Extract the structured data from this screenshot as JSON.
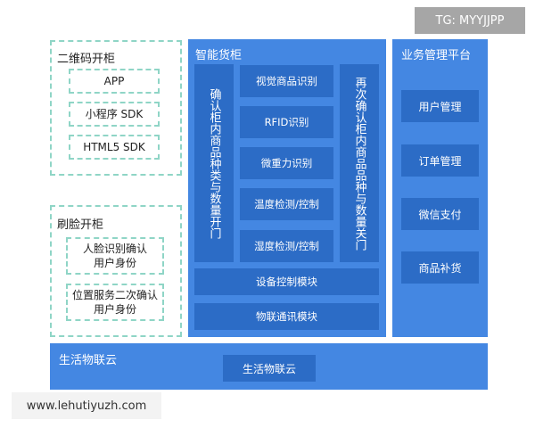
{
  "badge": "TG: MYYJJPP",
  "watermark": "www.lehutiyuzh.com",
  "qr": {
    "title": "二维码开柜",
    "items": [
      "APP",
      "小程序 SDK",
      "HTML5 SDK"
    ]
  },
  "face": {
    "title": "刷脸开柜",
    "items": [
      "人脸识别确认\n用户身份",
      "位置服务二次确认\n用户身份"
    ]
  },
  "cabinet": {
    "title": "智能货柜",
    "left_col": "确认柜内商品种类与数量开门",
    "right_col": "再次确认柜内商品品种与数量关门",
    "middle": [
      "视觉商品识别",
      "RFID识别",
      "微重力识别",
      "温度检测/控制",
      "湿度检测/控制"
    ],
    "device": "设备控制模块",
    "iot": "物联通讯模块"
  },
  "business": {
    "title": "业务管理平台",
    "items": [
      "用户管理",
      "订单管理",
      "微信支付",
      "商品补货"
    ]
  },
  "cloud": {
    "title": "生活物联云",
    "box": "生活物联云"
  }
}
